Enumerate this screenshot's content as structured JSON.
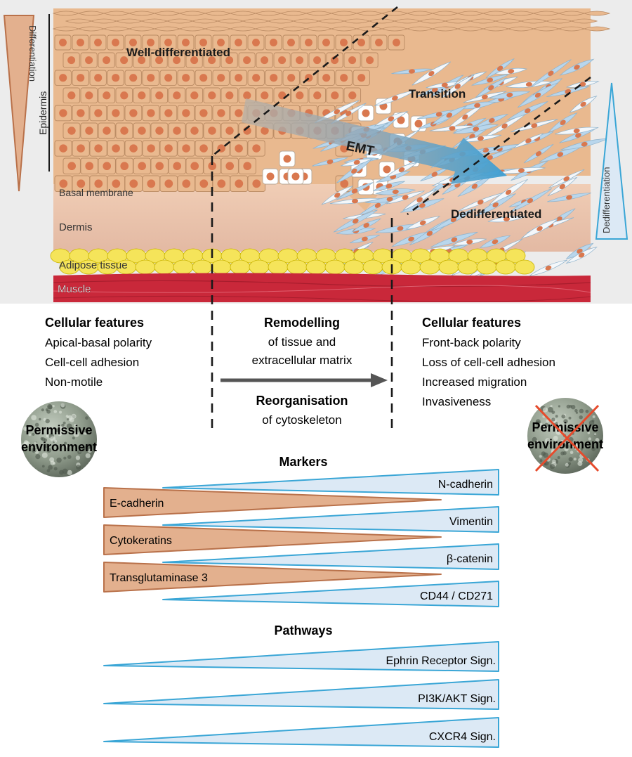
{
  "tissue": {
    "differentiation_label": "Differentiation",
    "epidermis_label": "Epidermis",
    "dedifferentiation_label": "Dedifferentiation",
    "well_differentiated": "Well-differentiated",
    "transition": "Transition",
    "emt": "EMT",
    "dedifferentiated": "Dedifferentiated",
    "basal_membrane": "Basal membrane",
    "dermis": "Dermis",
    "adipose_tissue": "Adipose tissue",
    "muscle": "Muscle"
  },
  "features": {
    "left": {
      "title": "Cellular features",
      "items": [
        "Apical-basal polarity",
        "Cell-cell adhesion",
        "Non-motile"
      ]
    },
    "center": {
      "remodelling_title": "Remodelling",
      "remodelling_line1": "of tissue and",
      "remodelling_line2": "extracellular matrix",
      "reorg_title": "Reorganisation",
      "reorg_line1": "of cytoskeleton"
    },
    "right": {
      "title": "Cellular features",
      "items": [
        "Front-back polarity",
        "Loss of cell-cell adhesion",
        "Increased migration",
        "Invasiveness"
      ]
    }
  },
  "environment": {
    "left_line1": "Permissive",
    "left_line2": "environment",
    "right_line1": "Permissive",
    "right_line2": "environment"
  },
  "markers": {
    "title": "Markers",
    "increasing": [
      "N-cadherin",
      "Vimentin",
      "β-catenin",
      "CD44 / CD271"
    ],
    "decreasing": [
      "E-cadherin",
      "Cytokeratins",
      "Transglutaminase 3"
    ]
  },
  "pathways": {
    "title": "Pathways",
    "items": [
      "Ephrin Receptor Sign.",
      "PI3K/AKT Sign.",
      "CXCR4 Sign."
    ]
  },
  "colors": {
    "epidermis_fill": "#e9b98f",
    "cell_border": "#b98a63",
    "nucleus": "#d9784f",
    "dermis": "#e8c2ae",
    "adipose": "#f5e45a",
    "muscle": "#c9283a",
    "blue_fill": "#dce9f5",
    "blue_stroke": "#3aa6d6",
    "orange_fill": "#e3b08e",
    "orange_stroke": "#b9714a",
    "cross": "#e64b2c"
  }
}
